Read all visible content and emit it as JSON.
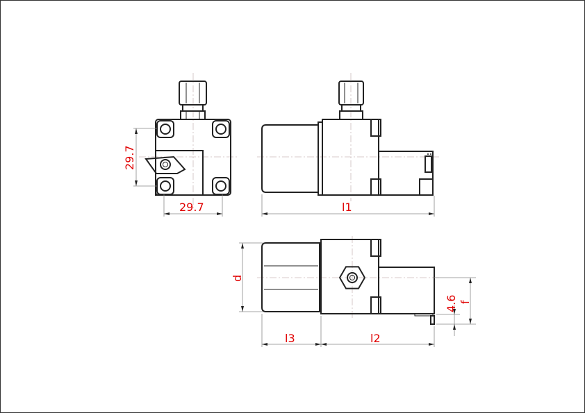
{
  "drawing": {
    "front_view": {
      "height_dim": "29.7",
      "width_dim": "29.7"
    },
    "side_view": {
      "length_dim": "l1"
    },
    "top_view": {
      "diameter_dim": "d",
      "l3_dim": "l3",
      "l2_dim": "l2",
      "offset_dim": "4.6",
      "f_dim": "f"
    },
    "colors": {
      "dimension_text": "#e00000",
      "outline": "#222222"
    }
  }
}
